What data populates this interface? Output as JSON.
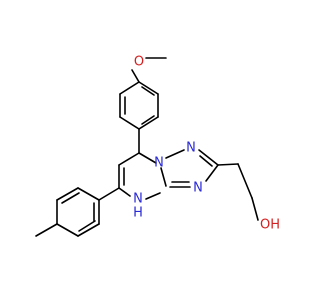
{
  "molecule": {
    "colors": {
      "bond": "#000000",
      "nitrogen": "#2b2bd6",
      "oxygen": "#d42020",
      "background": "#ffffff"
    },
    "atom_labels": {
      "methoxy_o": "O",
      "n1": "N",
      "n2": "N",
      "n3": "N",
      "nh": "N",
      "nh_h": "H",
      "hydroxyl": "OH"
    }
  }
}
